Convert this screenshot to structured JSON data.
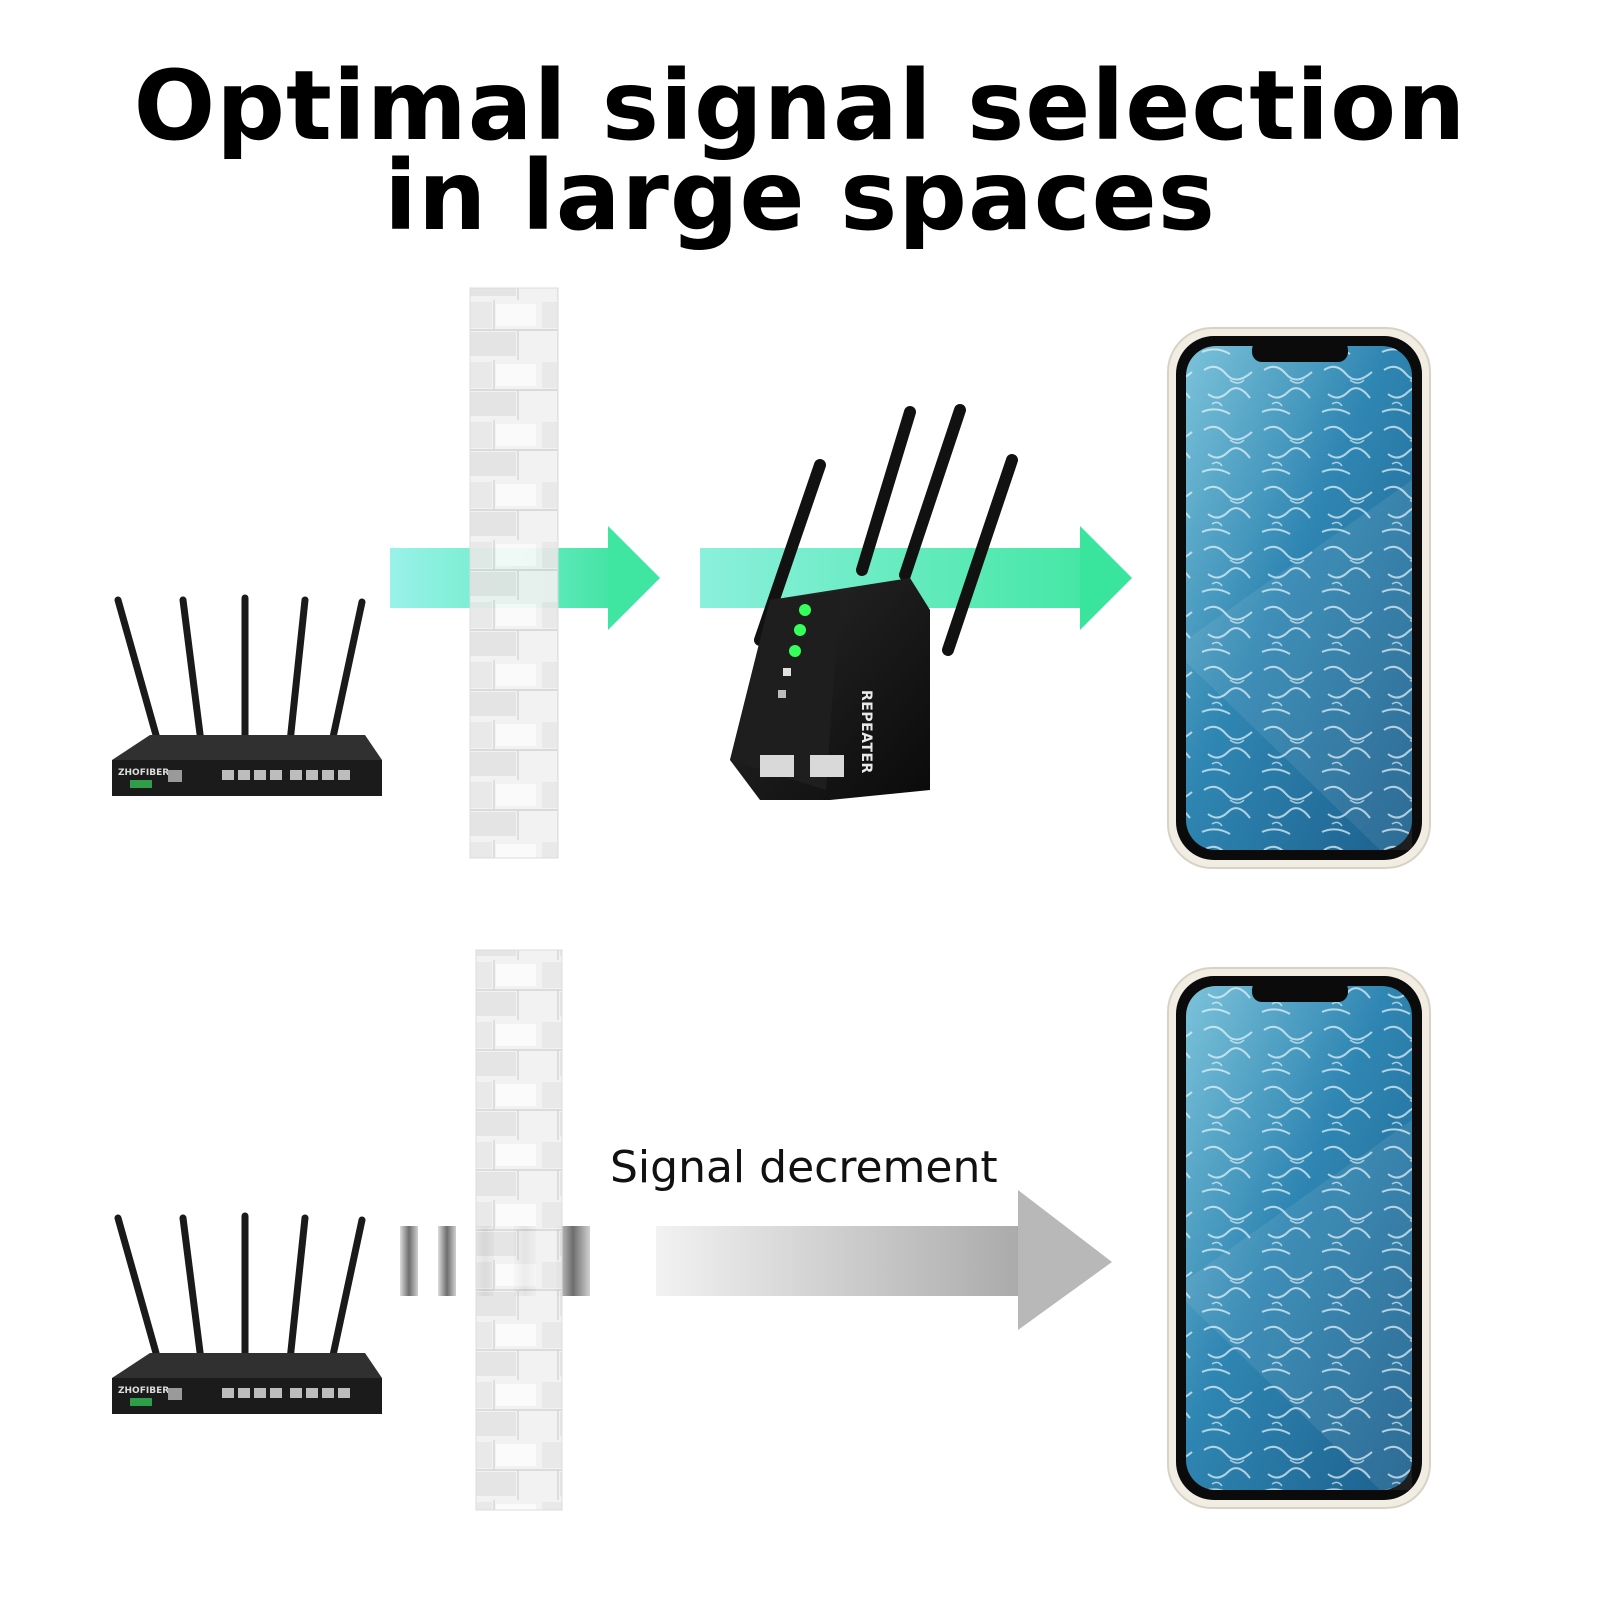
{
  "title": {
    "line1": "Optimal signal selection",
    "line2": "in large spaces"
  },
  "top_scene": {
    "repeater_label": "REPEATER",
    "router_brand": "ZHOFIBER",
    "signal_color": "#2fe6b0"
  },
  "bottom_scene": {
    "caption": "Signal decrement",
    "router_brand": "ZHOFIBER",
    "signal_color": "#c8c8c8"
  },
  "icons": [
    "router-icon",
    "wall-icon",
    "repeater-icon",
    "phone-icon",
    "arrow-icon"
  ]
}
